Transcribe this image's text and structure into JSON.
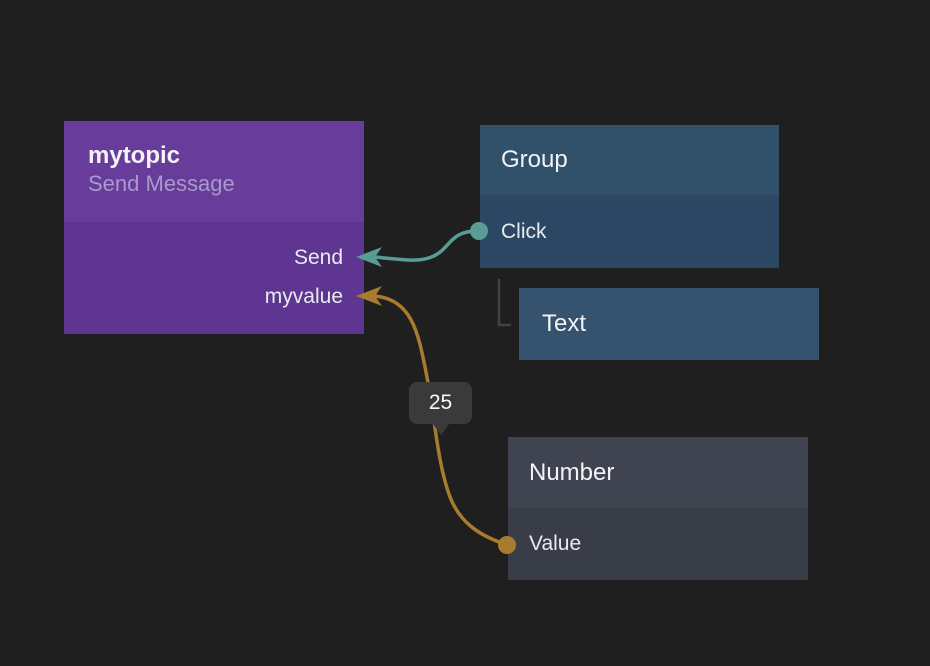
{
  "colors": {
    "background": "#1f1f1f",
    "topic_header": "#673c9a",
    "topic_body": "#5e3590",
    "group_header": "#315069",
    "group_body": "#2b4763",
    "text_node": "#35536f",
    "number_header": "#3f4450",
    "number_body": "#393d47",
    "signal_wire": "#5b9b95",
    "value_wire": "#a87c2e",
    "subtitle": "#a89aca",
    "badge_bg": "#3a3a3a",
    "child_connector": "#424242"
  },
  "nodes": {
    "send_message": {
      "title": "mytopic",
      "subtitle": "Send Message",
      "ports": [
        {
          "label": "Send",
          "direction": "input",
          "type": "signal"
        },
        {
          "label": "myvalue",
          "direction": "input",
          "type": "value"
        }
      ]
    },
    "group": {
      "title": "Group",
      "ports": [
        {
          "label": "Click",
          "direction": "output",
          "type": "signal"
        }
      ]
    },
    "text": {
      "title": "Text"
    },
    "number": {
      "title": "Number",
      "ports": [
        {
          "label": "Value",
          "direction": "output",
          "type": "value"
        }
      ]
    }
  },
  "connections": [
    {
      "from": "Group.Click",
      "to": "mytopic.Send",
      "type": "signal",
      "label": ""
    },
    {
      "from": "Number.Value",
      "to": "mytopic.myvalue",
      "type": "value",
      "label": "25"
    }
  ],
  "hierarchy": [
    {
      "parent": "Group",
      "child": "Text"
    }
  ]
}
